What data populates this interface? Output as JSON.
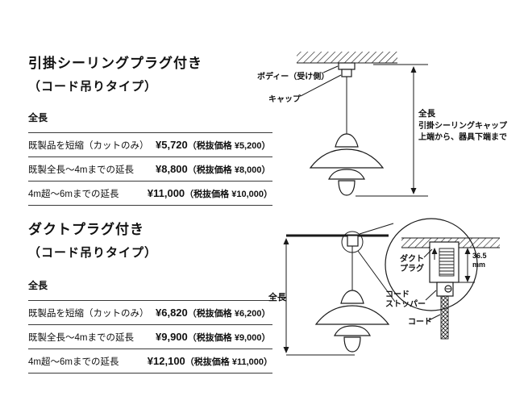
{
  "section1": {
    "title": "引掛シーリングプラグ付き",
    "subtitle": "（コード吊りタイプ）",
    "table": {
      "header": "全長",
      "rows": [
        {
          "label": "既製品を短縮（カットのみ）",
          "price": "¥5,720",
          "tax_note": "（税抜価格 ¥5,200）"
        },
        {
          "label": "既製全長～4mまでの延長",
          "price": "¥8,800",
          "tax_note": "（税抜価格 ¥8,000）"
        },
        {
          "label": "4m超～6mまでの延長",
          "price": "¥11,000",
          "tax_note": "（税抜価格 ¥10,000）"
        }
      ]
    },
    "diagram": {
      "body_label": "ボディー（受け側）",
      "cap_label": "キャップ",
      "dim_lines": [
        "全長",
        "引掛シーリングキャップ",
        "上端から、器具下端まで"
      ]
    }
  },
  "section2": {
    "title": "ダクトプラグ付き",
    "subtitle": "（コード吊りタイプ）",
    "table": {
      "header": "全長",
      "rows": [
        {
          "label": "既製品を短縮（カットのみ）",
          "price": "¥6,820",
          "tax_note": "（税抜価格 ¥6,200）"
        },
        {
          "label": "既製全長～4mまでの延長",
          "price": "¥9,900",
          "tax_note": "（税抜価格 ¥9,000）"
        },
        {
          "label": "4m超～6mまでの延長",
          "price": "¥12,100",
          "tax_note": "（税抜価格 ¥11,000）"
        }
      ]
    },
    "diagram": {
      "total_label": "全長",
      "duct_plug_label": [
        "ダクト",
        "プラグ"
      ],
      "dim_value": "36.5",
      "dim_unit": "mm",
      "cord_stopper_label": [
        "コード",
        "ストッパー"
      ],
      "cord_label": "コード"
    }
  }
}
